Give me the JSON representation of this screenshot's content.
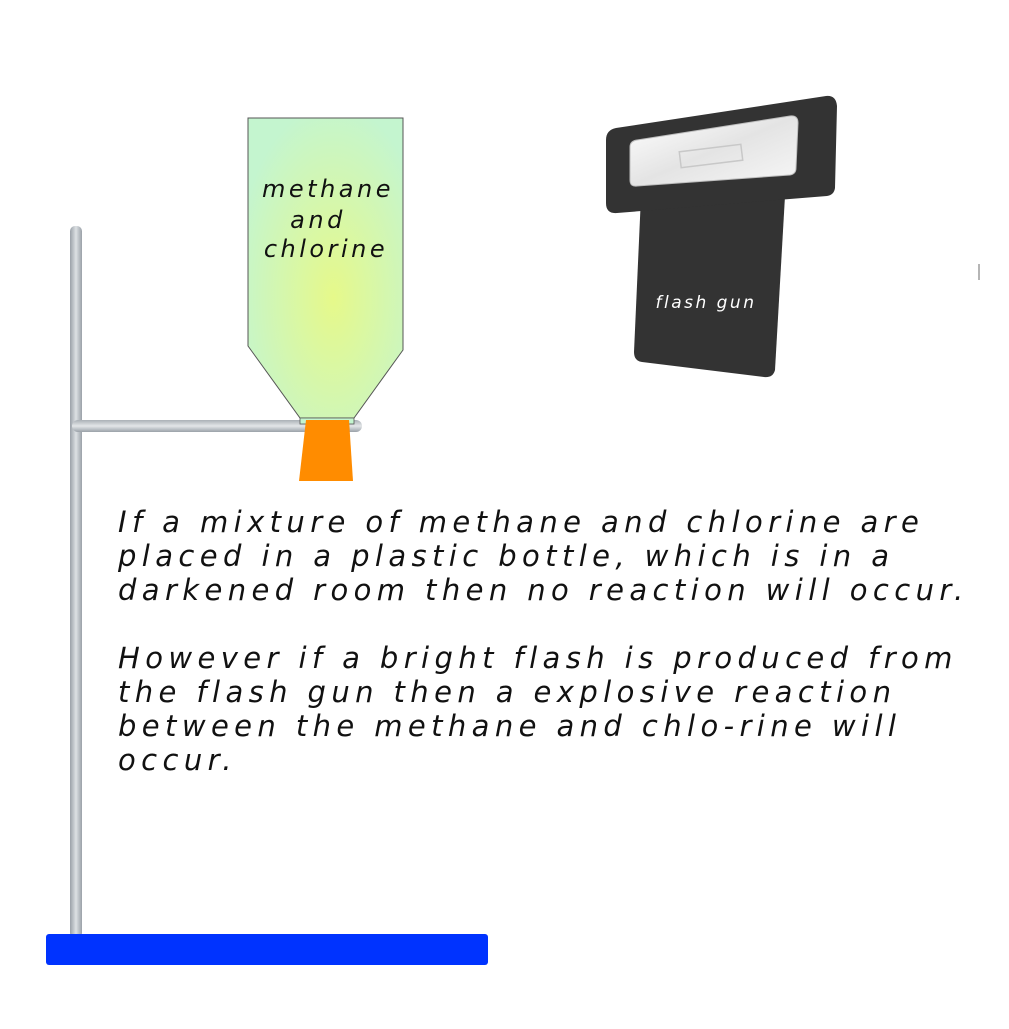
{
  "bottle": {
    "label_lines": [
      "methane",
      "and",
      "chlorine"
    ]
  },
  "flash_gun": {
    "label": "flash gun"
  },
  "description": {
    "paragraphs": [
      "If a mixture of methane and chlorine are placed in a plastic bottle, which is in a darkened room then no reaction will occur.",
      "However if a bright flash is produced from the flash gun then a explosive reaction between the methane and chlo-rine will occur."
    ]
  },
  "colors": {
    "bottle_center": "#e6f98a",
    "bottle_edge": "#c4f5cf",
    "stopper": "#ff8c00",
    "stand_base": "#0033ff",
    "stand_rod": "#c8cdd2",
    "flash_gun_body": "#333333"
  }
}
